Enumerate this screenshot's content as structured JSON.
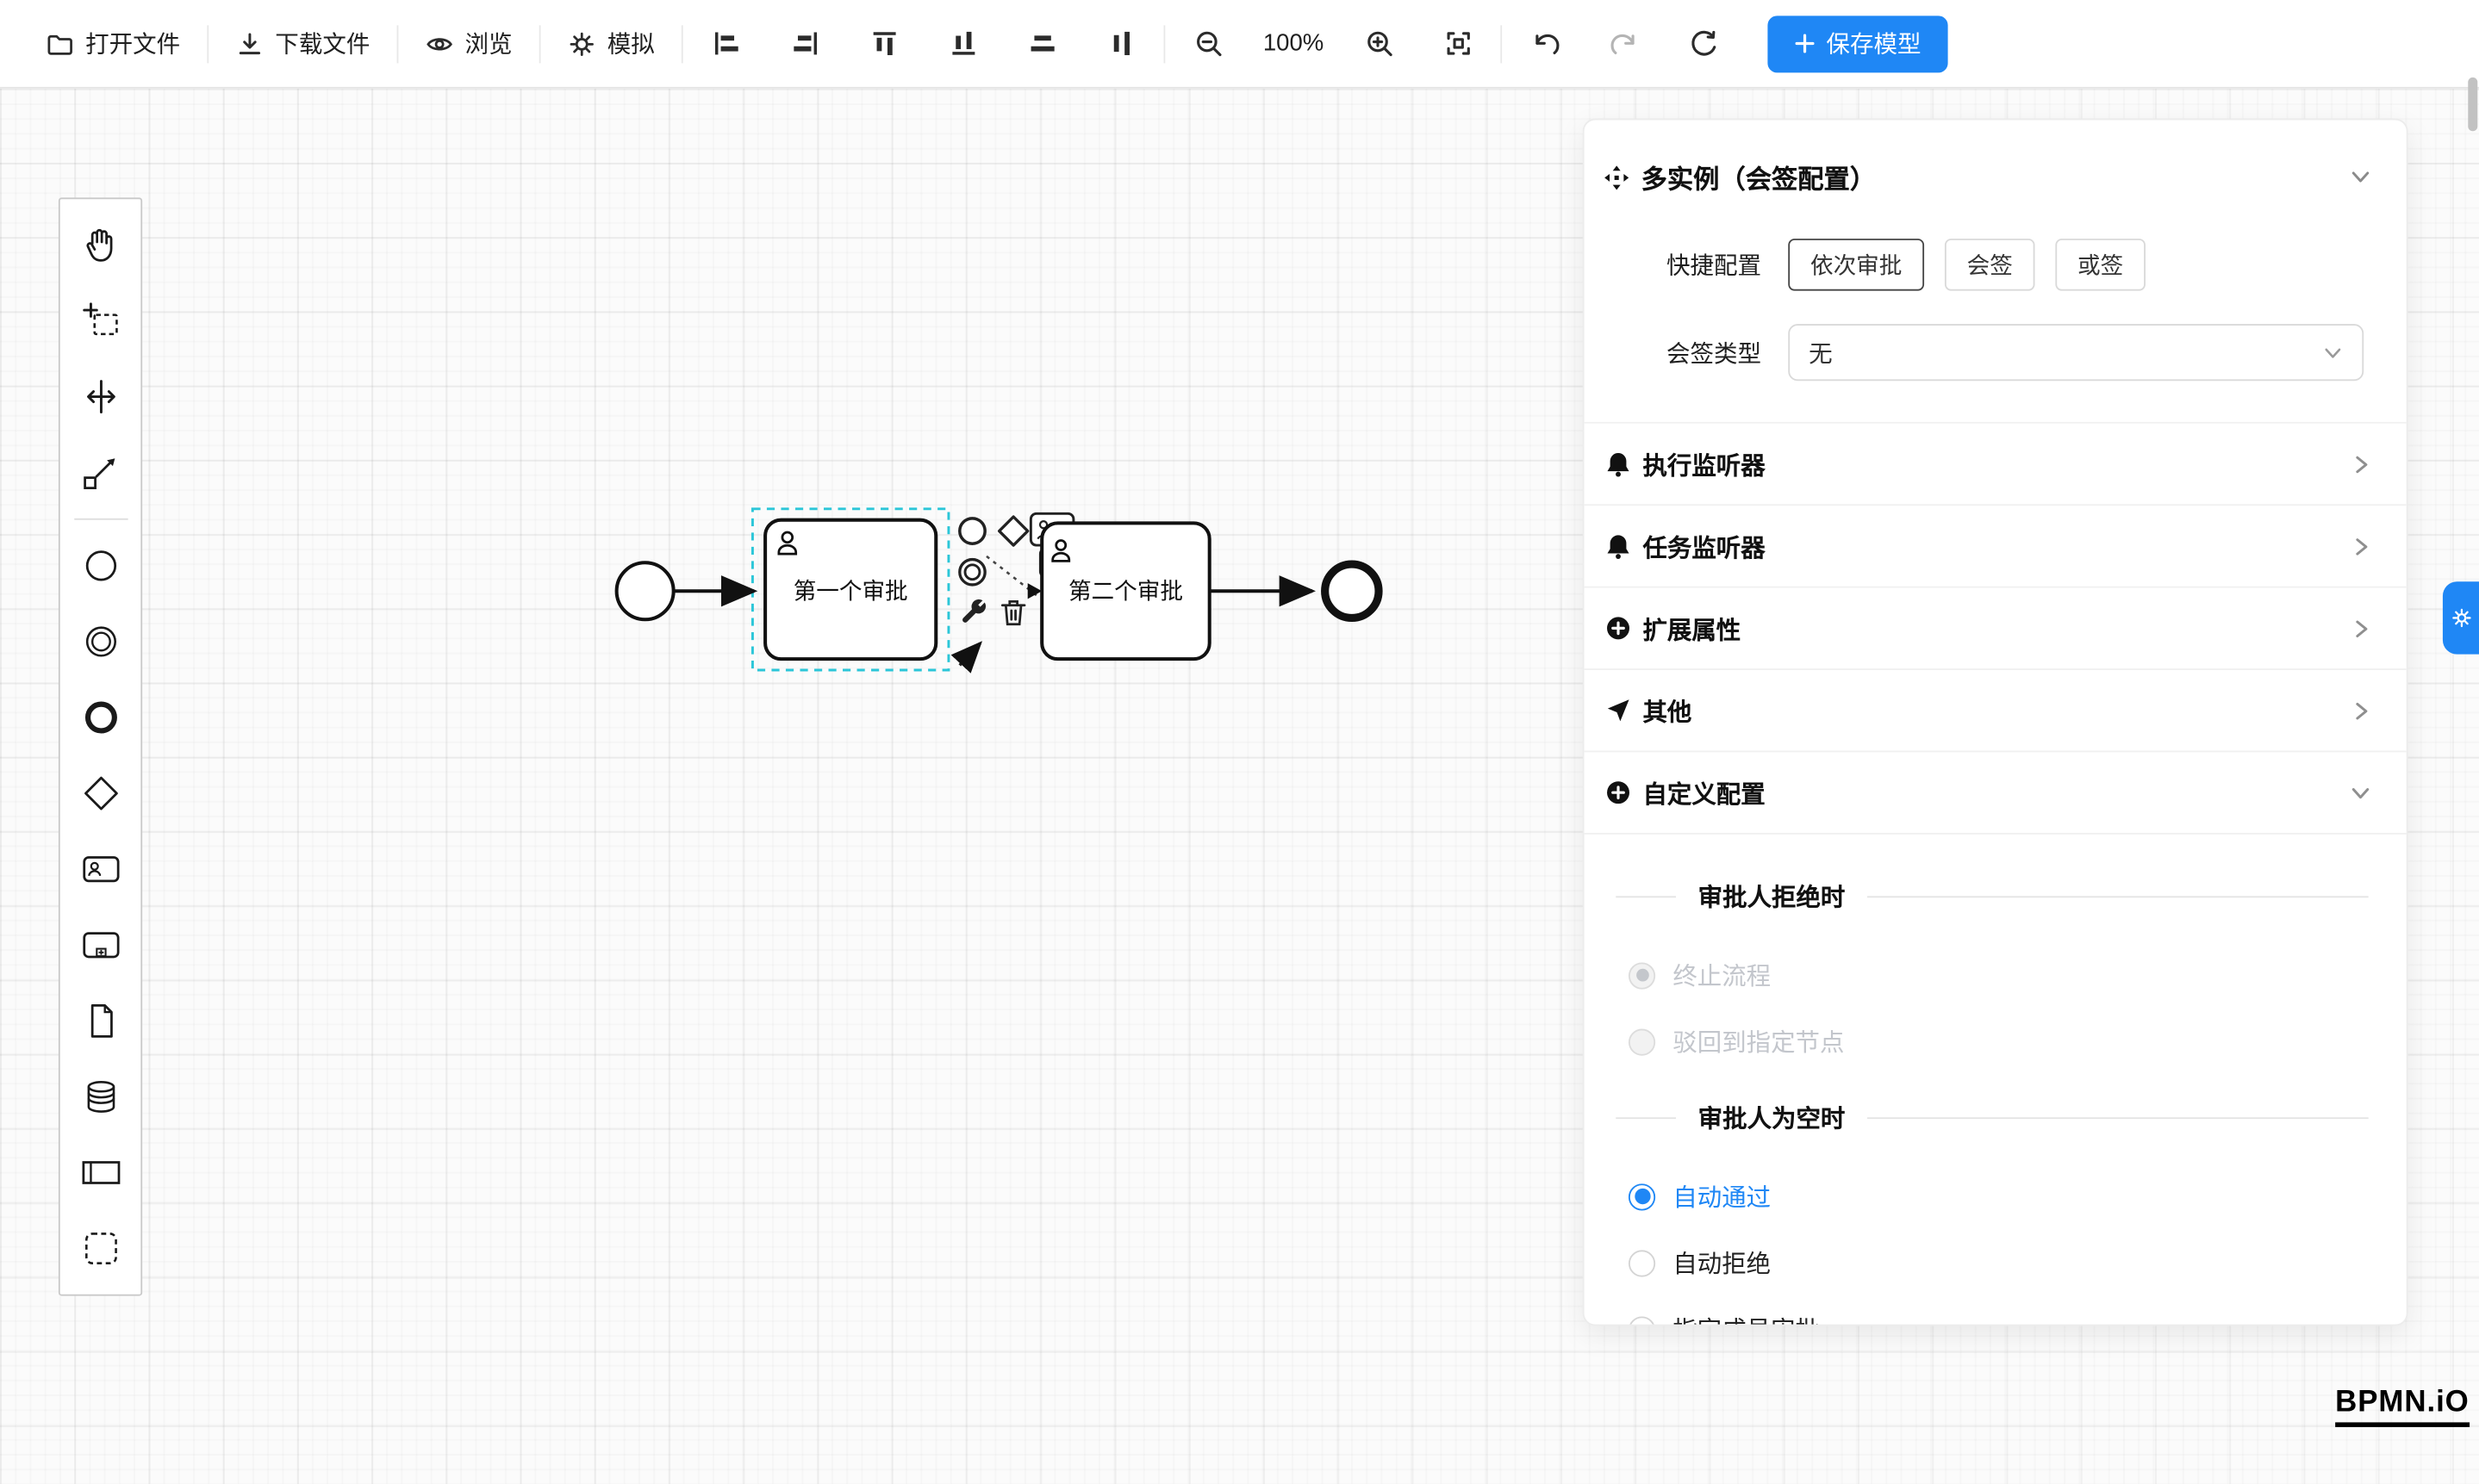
{
  "toolbar": {
    "open_file": "打开文件",
    "download_file": "下载文件",
    "preview": "浏览",
    "simulate": "模拟",
    "zoom_level": "100%",
    "save_model": "保存模型"
  },
  "palette": {
    "tools": [
      "hand-tool",
      "lasso-tool",
      "space-tool",
      "global-connect-tool",
      "start-event",
      "intermediate-event",
      "end-event",
      "gateway",
      "user-task",
      "subprocess",
      "data-object",
      "data-store",
      "participant",
      "group"
    ]
  },
  "canvas": {
    "task1": "第一个审批",
    "task2": "第二个审批",
    "context_pad": [
      "append-end-event",
      "append-gateway",
      "append-user-task",
      "append-intermediate-event",
      "append-task",
      "change-type",
      "delete",
      "connect"
    ]
  },
  "panel": {
    "title": "多实例（会签配置）",
    "quick_config_label": "快捷配置",
    "quick_options": [
      "依次审批",
      "会签",
      "或签"
    ],
    "active_quick_option": "依次审批",
    "sign_type_label": "会签类型",
    "sign_type_value": "无",
    "sections": [
      {
        "label": "执行监听器"
      },
      {
        "label": "任务监听器"
      },
      {
        "label": "扩展属性"
      },
      {
        "label": "其他"
      },
      {
        "label": "自定义配置"
      }
    ],
    "custom": {
      "reject_title": "审批人拒绝时",
      "reject_options": [
        {
          "label": "终止流程",
          "checked": true,
          "disabled": true
        },
        {
          "label": "驳回到指定节点",
          "checked": false,
          "disabled": true
        }
      ],
      "empty_title": "审批人为空时",
      "empty_options": [
        {
          "label": "自动通过",
          "checked": true,
          "disabled": false
        },
        {
          "label": "自动拒绝",
          "checked": false,
          "disabled": false
        },
        {
          "label": "指定成员审批",
          "checked": false,
          "disabled": false
        }
      ]
    }
  },
  "logo": "BPMN.iO",
  "colors": {
    "accent": "#1f87f5",
    "selection": "#2bc6d8",
    "disabled_text": "#c3c6cc"
  }
}
